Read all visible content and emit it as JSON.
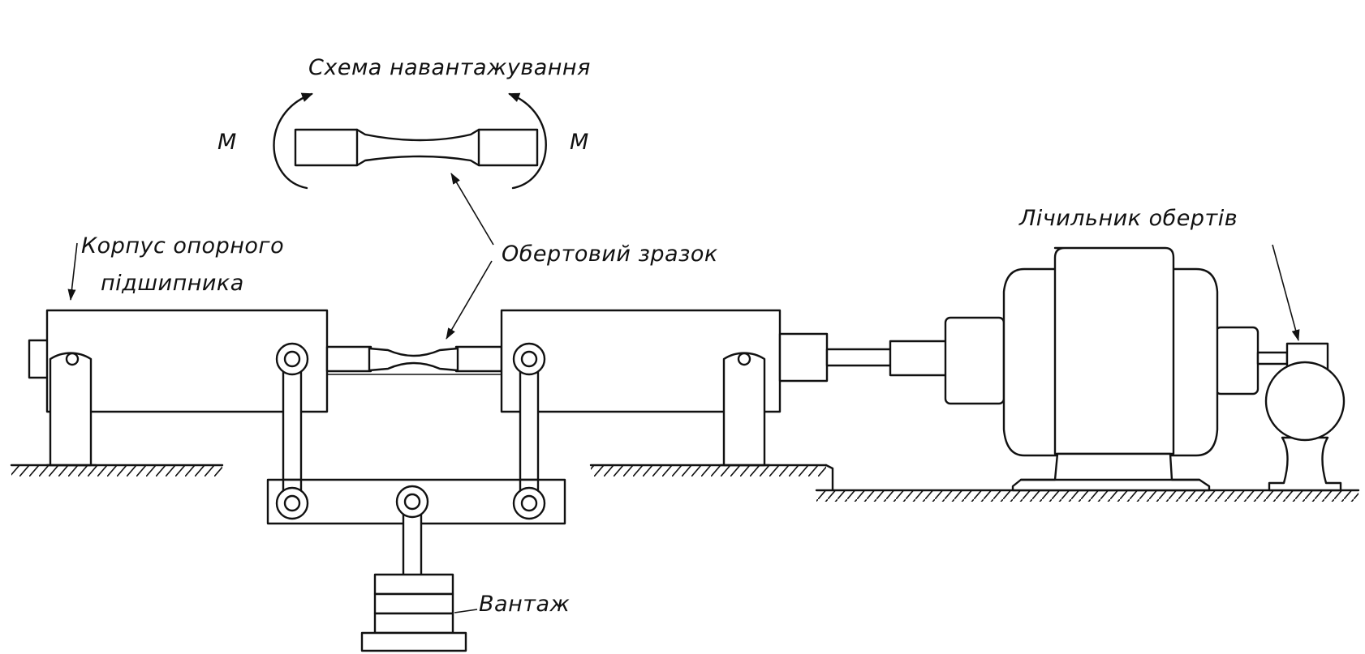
{
  "labels": {
    "loading_scheme": "Схема навантажування",
    "moment_left": "M",
    "moment_right": "M",
    "bearing_housing_line1": "Корпус опорного",
    "bearing_housing_line2": "підшипника",
    "rotating_specimen": "Обертовий зразок",
    "revolution_counter": "Лічильник обертів",
    "load": "Вантаж"
  },
  "colors": {
    "ink": "#111111",
    "paper": "#ffffff"
  }
}
